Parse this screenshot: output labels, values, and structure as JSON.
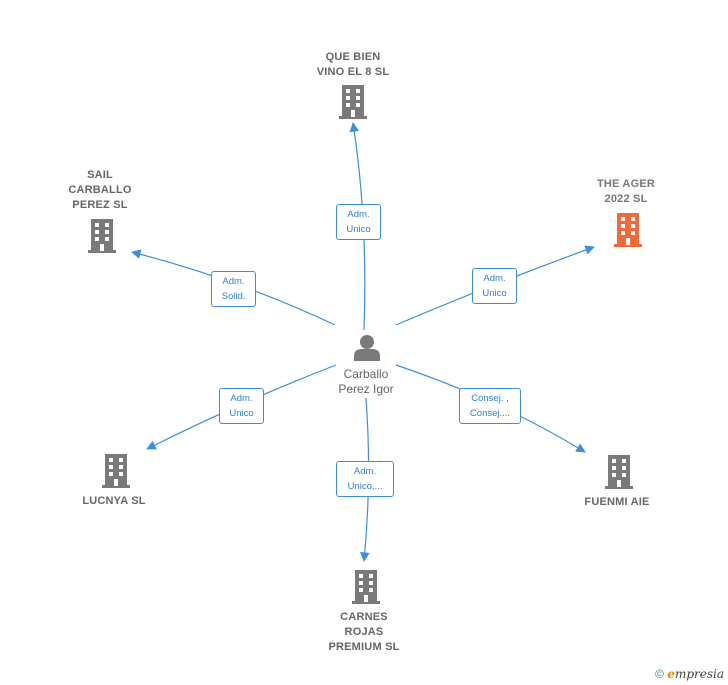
{
  "colors": {
    "edge": "#3d8fde",
    "building_default": "#7a7a7a",
    "building_highlight": "#f26a3a",
    "person": "#7a7a7a"
  },
  "center": {
    "label": "Carballo\nPerez Igor",
    "icon": "person-icon"
  },
  "companies": [
    {
      "id": "que-bien-vino-el-8",
      "label": "QUE BIEN\nVINO EL 8  SL",
      "highlight": false,
      "icon": "building-icon"
    },
    {
      "id": "sail-carballo-perez",
      "label": "SAIL\nCARBALLO\nPEREZ  SL",
      "highlight": false,
      "icon": "building-icon"
    },
    {
      "id": "the-ager-2022",
      "label": "THE AGER\n2022  SL",
      "highlight": true,
      "icon": "building-icon"
    },
    {
      "id": "lucnya",
      "label": "LUCNYA  SL",
      "highlight": false,
      "icon": "building-icon"
    },
    {
      "id": "fuenmi-aie",
      "label": "FUENMI AIE",
      "highlight": false,
      "icon": "building-icon"
    },
    {
      "id": "carnes-rojas-premium",
      "label": "CARNES\nROJAS\nPREMIUM  SL",
      "highlight": false,
      "icon": "building-icon"
    }
  ],
  "relations": [
    {
      "target": "que-bien-vino-el-8",
      "role": "Adm.\nUnico"
    },
    {
      "target": "sail-carballo-perez",
      "role": "Adm.\nSolid."
    },
    {
      "target": "the-ager-2022",
      "role": "Adm.\nUnico"
    },
    {
      "target": "lucnya",
      "role": "Adm.\nUnico"
    },
    {
      "target": "fuenmi-aie",
      "role": "Consej. ,\nConsej...."
    },
    {
      "target": "carnes-rojas-premium",
      "role": "Adm.\nUnico,..."
    }
  ],
  "footer": {
    "copyright": "©",
    "brand_initial": "e",
    "brand_rest": "mpresia"
  }
}
